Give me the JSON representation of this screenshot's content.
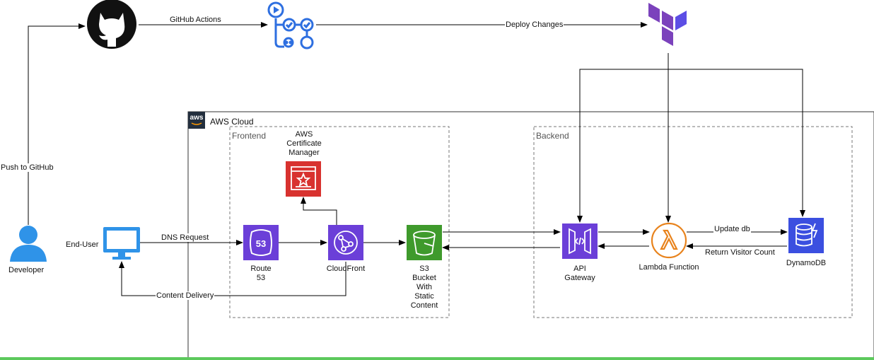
{
  "cloud": {
    "aws_logo_text": "aws",
    "title": "AWS Cloud"
  },
  "groups": {
    "frontend": "Frontend",
    "backend": "Backend"
  },
  "nodes": {
    "developer": "Developer",
    "end_user": "End-User",
    "acm": [
      "AWS",
      "Certificate",
      "Manager"
    ],
    "route53": [
      "Route",
      "53"
    ],
    "cloudfront": "CloudFront",
    "s3": [
      "S3",
      "Bucket",
      "With",
      "Static",
      "Content"
    ],
    "api_gateway": [
      "API",
      "Gateway"
    ],
    "lambda": "Lambda Function",
    "dynamodb": "DynamoDB"
  },
  "edges": {
    "push": "Push to GitHub",
    "actions": "GitHub Actions",
    "deploy": "Deploy Changes",
    "dns": "DNS Request",
    "content": "Content Delivery",
    "update": "Update db",
    "return": "Return Visitor Count"
  },
  "colors": {
    "acm": "#d8322f",
    "route53": "#6b3fd8",
    "cloudfront": "#6b3fd8",
    "s3": "#3f9a2c",
    "api_gateway": "#6b3fd8",
    "lambda": "#e8831d",
    "dynamodb": "#3b4fe0",
    "terraform": "#7b42bc",
    "github": "#111111",
    "actions": "#2e6fe0",
    "user": "#2f93e8"
  },
  "icons": [
    "github-icon",
    "github-actions-icon",
    "terraform-icon",
    "aws-logo-icon",
    "user-icon",
    "monitor-icon",
    "certificate-icon",
    "route53-icon",
    "cloudfront-icon",
    "s3-bucket-icon",
    "api-gateway-icon",
    "lambda-icon",
    "dynamodb-icon"
  ]
}
